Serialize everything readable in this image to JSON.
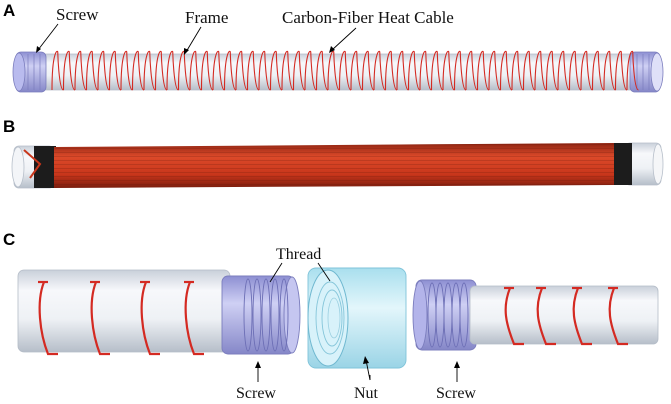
{
  "panels": {
    "a": {
      "letter": "A",
      "labels": {
        "screw": "Screw",
        "frame": "Frame",
        "cable": "Carbon-Fiber Heat Cable"
      }
    },
    "b": {
      "letter": "B"
    },
    "c": {
      "letter": "C",
      "labels": {
        "thread": "Thread",
        "screw_left": "Screw",
        "nut": "Nut",
        "screw_right": "Screw"
      }
    }
  },
  "colors": {
    "tube_light": "#f4f6f9",
    "tube_shade": "#c9d0da",
    "screw_blue": "#a9a9e6",
    "cable_red": "#d42a22",
    "wrapped_red": "#c8361b",
    "black_tape": "#1c1c1c",
    "nut_cyan": "#cdeef7"
  }
}
